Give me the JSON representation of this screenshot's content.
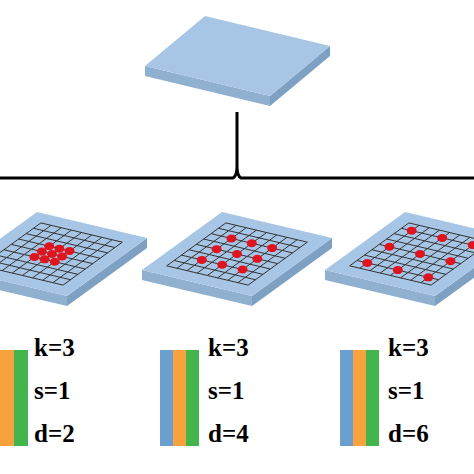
{
  "diagram": {
    "labels": [
      "k=3",
      "s=1",
      "d=2",
      "k=3",
      "s=1",
      "d=4",
      "k=3",
      "s=1",
      "d=6"
    ]
  }
}
